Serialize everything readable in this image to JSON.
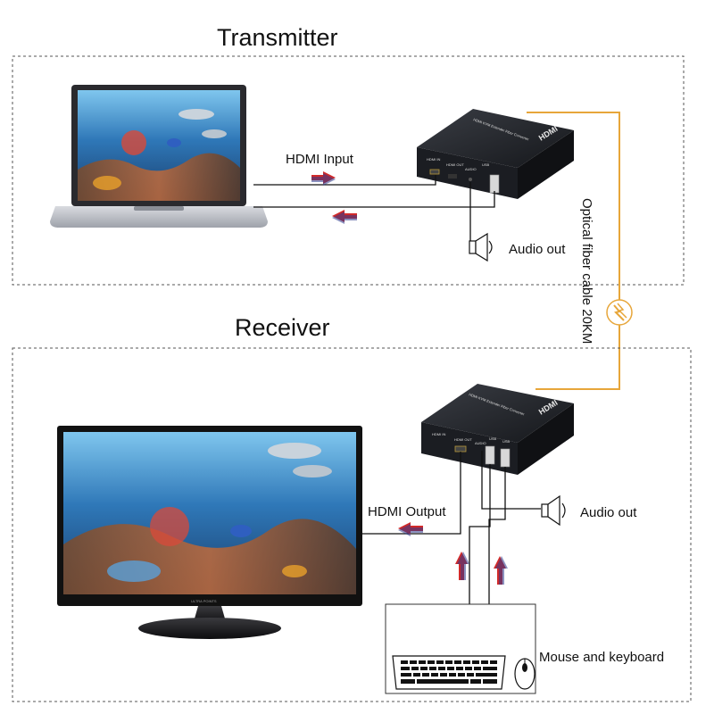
{
  "titles": {
    "transmitter": "Transmitter",
    "receiver": "Receiver"
  },
  "labels": {
    "hdmi_input": "HDMI Input",
    "hdmi_output": "HDMI Output",
    "audio_out_tx": "Audio out",
    "audio_out_rx": "Audio out",
    "optical_cable": "Optical fiber cable 20KM",
    "mouse_keyboard": "Mouse and keyboard"
  },
  "device": {
    "brand": "HDMI",
    "front_text": "HDMI KVM Extender Fiber Converter",
    "tx_ports": [
      "HDMI IN",
      "HDMI OUT",
      "AUDIO",
      "USB"
    ],
    "rx_ports": [
      "HDMI IN",
      "HDMI OUT",
      "AUDIO",
      "USB",
      "USB"
    ]
  },
  "monitor_brand": "ULTRA POINTS",
  "colors": {
    "fiber": "#e7a63a",
    "arrow_red": "#d12a2a",
    "arrow_blue": "#2d3a8c",
    "device_body": "#1b1d22",
    "screen_water": "#2f78b8"
  }
}
